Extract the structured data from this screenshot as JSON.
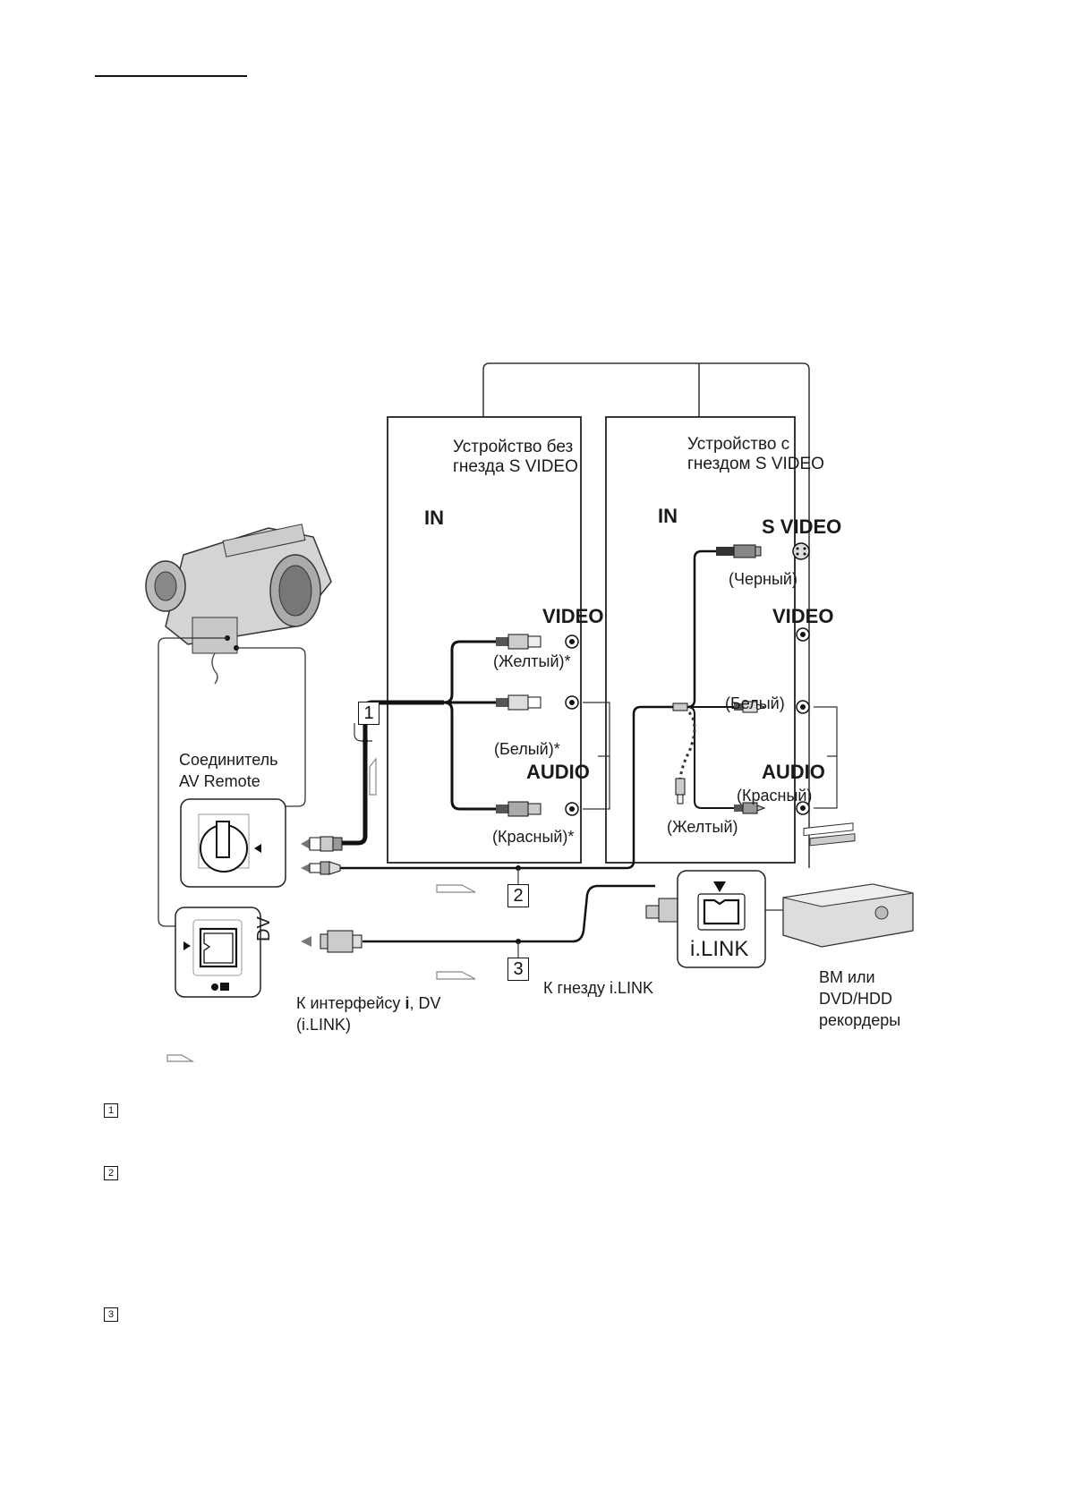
{
  "page": {
    "header_rule": true
  },
  "diagram": {
    "panel_no_svideo": {
      "title_line1": "Устройство без",
      "title_line2": "гнезда S VIDEO",
      "in_label": "IN",
      "video_label": "VIDEO",
      "audio_label": "AUDIO",
      "yellow": "(Желтый)*",
      "white": "(Белый)*",
      "red": "(Красный)*"
    },
    "panel_with_svideo": {
      "title_line1": "Устройство с",
      "title_line2": "гнездом S VIDEO",
      "in_label": "IN",
      "svideo_label": "S VIDEO",
      "black": "(Черный)",
      "video_label": "VIDEO",
      "white": "(Белый)",
      "audio_label": "AUDIO",
      "red": "(Красный)",
      "yellow": "(Желтый)"
    },
    "camera": {
      "connector_line1": "Соединитель",
      "connector_line2": "AV Remote",
      "dv_label": "DV",
      "dv_interface_line1": "К интерфейсу",
      "dv_interface_suffix": "DV",
      "dv_interface_line2": "(i.LINK)"
    },
    "recorder": {
      "ilink_label": "i.LINK",
      "to_ilink": "К гнезду i.LINK",
      "name_line1": "ВМ или",
      "name_line2": "DVD/HDD",
      "name_line3": "рекордеры"
    },
    "markers": [
      "1",
      "2",
      "3"
    ],
    "legend_icon": "signal-flow-arrow-icon"
  },
  "footnote_markers": [
    "1",
    "2",
    "3"
  ]
}
